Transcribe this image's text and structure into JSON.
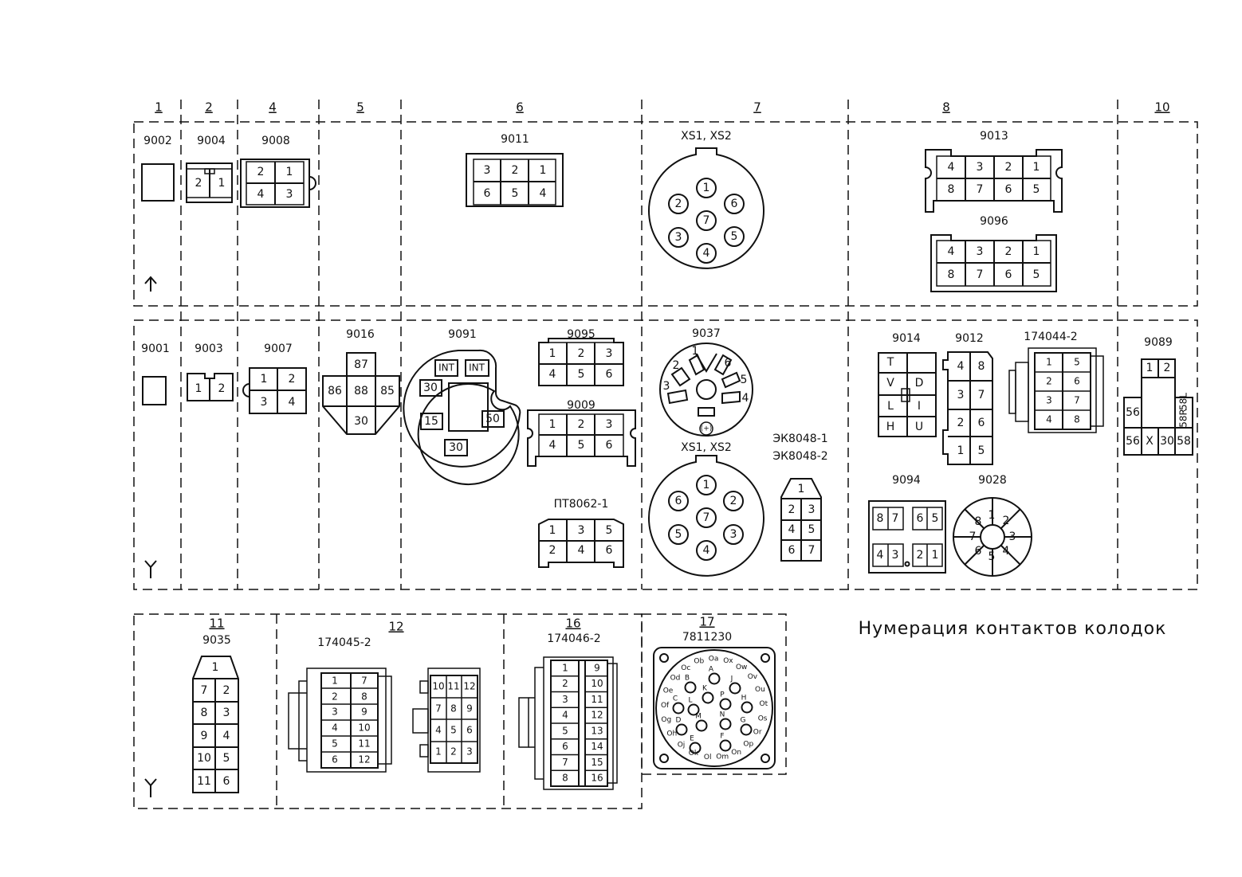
{
  "title": "Нумерация контактов колодок",
  "columns": [
    "1",
    "2",
    "4",
    "5",
    "6",
    "7",
    "8",
    "10"
  ],
  "bottom_sections": [
    "11",
    "12",
    "16",
    "17"
  ],
  "orientation_symbols": {
    "up_arrow": "↑",
    "y_mark": "Y"
  },
  "connectors": {
    "c9002": {
      "label": "9002"
    },
    "c9004": {
      "label": "9004",
      "pins": [
        "2",
        "1"
      ]
    },
    "c9008": {
      "label": "9008",
      "pins": [
        "2",
        "1",
        "4",
        "3"
      ]
    },
    "c9011": {
      "label": "9011",
      "pins": [
        "3",
        "2",
        "1",
        "6",
        "5",
        "4"
      ]
    },
    "xs_top": {
      "label": "XS1, XS2",
      "pins": [
        "1",
        "2",
        "6",
        "7",
        "3",
        "5",
        "4"
      ]
    },
    "c9013": {
      "label": "9013",
      "pins": [
        "4",
        "3",
        "2",
        "1",
        "8",
        "7",
        "6",
        "5"
      ]
    },
    "c9096": {
      "label": "9096",
      "pins": [
        "4",
        "3",
        "2",
        "1",
        "8",
        "7",
        "6",
        "5"
      ]
    },
    "c9001": {
      "label": "9001"
    },
    "c9003": {
      "label": "9003",
      "pins": [
        "1",
        "2"
      ]
    },
    "c9007": {
      "label": "9007",
      "pins": [
        "1",
        "2",
        "3",
        "4"
      ]
    },
    "c9016": {
      "label": "9016",
      "pins": [
        "87",
        "86",
        "88",
        "85",
        "30"
      ]
    },
    "c9091": {
      "label": "9091",
      "pins": [
        "INT",
        "INT",
        "30",
        "15",
        "50",
        "30"
      ]
    },
    "c9095": {
      "label": "9095",
      "pins": [
        "1",
        "2",
        "3",
        "4",
        "5",
        "6"
      ]
    },
    "c9009": {
      "label": "9009",
      "pins": [
        "1",
        "2",
        "3",
        "4",
        "5",
        "6"
      ]
    },
    "pt8062": {
      "label": "ПТ8062-1",
      "pins": [
        "1",
        "3",
        "5",
        "2",
        "4",
        "6"
      ]
    },
    "c9037": {
      "label": "9037",
      "pins": [
        "1",
        "2",
        "3",
        "4",
        "5",
        "6",
        "(+)"
      ]
    },
    "xs_bot": {
      "label": "XS1, XS2",
      "pins": [
        "1",
        "6",
        "2",
        "7",
        "5",
        "3",
        "4"
      ]
    },
    "ek8048": {
      "label1": "ЭК8048-1",
      "label2": "ЭК8048-2",
      "pins": [
        "1",
        "2",
        "3",
        "4",
        "5",
        "6",
        "7"
      ]
    },
    "c9014": {
      "label": "9014",
      "pins": [
        "T",
        "V",
        "D",
        "L",
        "I",
        "H",
        "U"
      ]
    },
    "c9012": {
      "label": "9012",
      "pins": [
        "4",
        "8",
        "3",
        "7",
        "2",
        "6",
        "1",
        "5"
      ]
    },
    "c174044": {
      "label": "174044-2",
      "pins": [
        "1",
        "5",
        "2",
        "6",
        "3",
        "7",
        "4",
        "8"
      ]
    },
    "c9089": {
      "label": "9089",
      "pins": [
        "1",
        "2",
        "56",
        "58L",
        "58R",
        "56",
        "X",
        "30",
        "58"
      ]
    },
    "c9094": {
      "label": "9094",
      "pins": [
        "8",
        "7",
        "6",
        "5",
        "4",
        "3",
        "2",
        "1"
      ]
    },
    "c9028": {
      "label": "9028",
      "pins": [
        "1",
        "2",
        "3",
        "4",
        "5",
        "6",
        "7",
        "8"
      ]
    },
    "c9035": {
      "label": "9035",
      "pins": [
        "1",
        "7",
        "2",
        "8",
        "3",
        "9",
        "4",
        "10",
        "5",
        "11",
        "6"
      ]
    },
    "c174045": {
      "label": "174045-2",
      "pins": [
        "1",
        "7",
        "2",
        "8",
        "3",
        "9",
        "4",
        "10",
        "5",
        "11",
        "6",
        "12"
      ]
    },
    "c12b": {
      "pins": [
        "10",
        "11",
        "12",
        "7",
        "8",
        "9",
        "4",
        "5",
        "6",
        "1",
        "2",
        "3"
      ]
    },
    "c174046": {
      "label": "174046-2",
      "pins": [
        "1",
        "9",
        "2",
        "10",
        "3",
        "11",
        "4",
        "12",
        "5",
        "13",
        "6",
        "14",
        "7",
        "15",
        "8",
        "16"
      ]
    },
    "c7811230": {
      "label": "7811230",
      "pins": [
        "A",
        "B",
        "C",
        "D",
        "E",
        "F",
        "G",
        "H",
        "J",
        "K",
        "L",
        "M",
        "N",
        "P"
      ],
      "ring": [
        "Ob",
        "Oa",
        "Ox",
        "Ow",
        "Ov",
        "Ou",
        "Ot",
        "Os",
        "Or",
        "Op",
        "On",
        "Om",
        "Ol",
        "Ok",
        "Oj",
        "Oh",
        "Og",
        "Of",
        "Oe",
        "Od",
        "Oc"
      ]
    }
  }
}
